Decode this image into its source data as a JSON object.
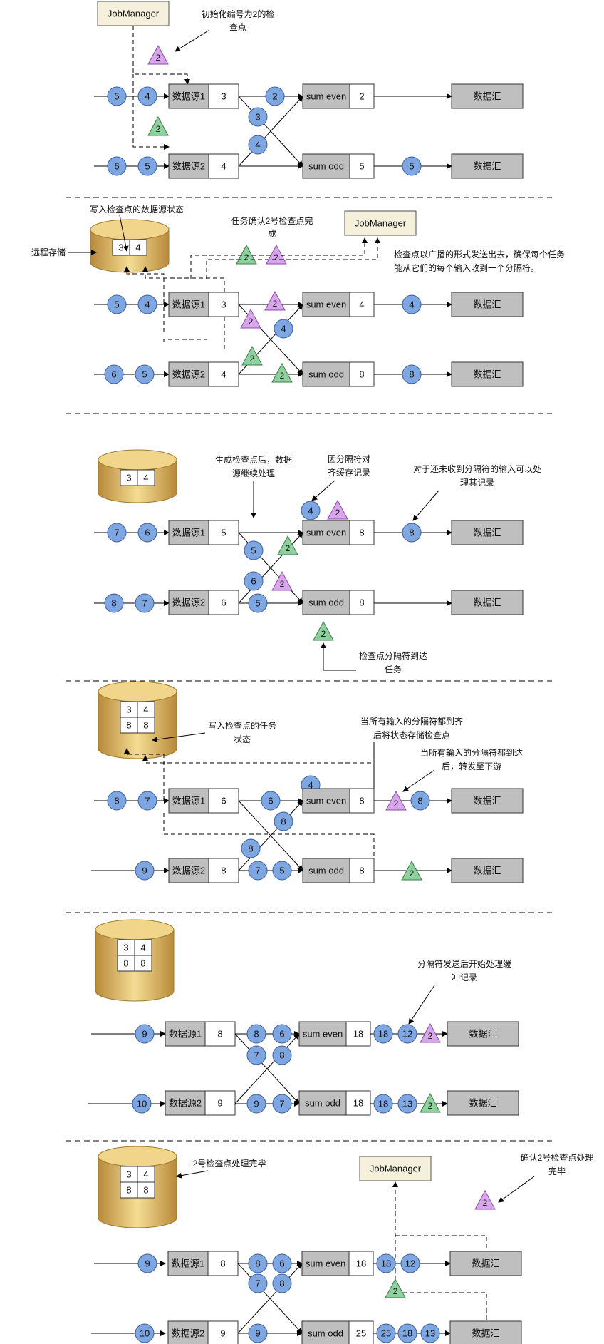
{
  "colors": {
    "blue": "#7ea6e0",
    "green": "#8fd19e",
    "purple": "#d9a6ee",
    "gray": "#bfbfbf",
    "cream": "#f5f0dc",
    "gold": "#d4b060"
  },
  "common": {
    "jobmanager": "JobManager",
    "source1": "数据源1",
    "source2": "数据源2",
    "sum_even": "sum even",
    "sum_odd": "sum odd",
    "sink": "数据汇"
  },
  "panels": [
    {
      "source1_state": "3",
      "source2_state": "4",
      "even_state": "2",
      "odd_state": "5",
      "input1": [
        "5",
        "4"
      ],
      "input2": [
        "6",
        "5"
      ],
      "annotations": [
        "初始化编号为2的检",
        "查点"
      ],
      "barrier": "2"
    },
    {
      "source1_state": "3",
      "source2_state": "4",
      "even_state": "4",
      "odd_state": "8",
      "input1": [
        "5",
        "4"
      ],
      "input2": [
        "6",
        "5"
      ],
      "storage_label": "远程存储",
      "storage_cells": [
        "3",
        "4"
      ],
      "annotations": [
        "写入检查点的数据源状态",
        "任务确认2号检查点完",
        "成",
        "检查点以广播的形式发送出去，确保每个任务",
        "能从它们的每个输入收到一个分隔符。"
      ],
      "barrier": "2"
    },
    {
      "source1_state": "5",
      "source2_state": "6",
      "even_state": "8",
      "odd_state": "8",
      "input1": [
        "7",
        "6"
      ],
      "input2": [
        "8",
        "7"
      ],
      "storage_cells": [
        "3",
        "4"
      ],
      "annotations": [
        "生成检查点后，数据",
        "源继续处理",
        "因分隔符对",
        "齐缓存记录",
        "对于还未收到分隔符的输入可以处",
        "理其记录",
        "检查点分隔符到达",
        "任务"
      ],
      "barrier": "2"
    },
    {
      "source1_state": "6",
      "source2_state": "8",
      "even_state": "8",
      "odd_state": "8",
      "input1": [
        "8",
        "7"
      ],
      "input2": [
        "9"
      ],
      "storage_cells": [
        "3",
        "4",
        "8",
        "8"
      ],
      "annotations": [
        "写入检查点的任务",
        "状态",
        "当所有输入的分隔符都到齐",
        "后将状态存储检查点",
        "当所有输入的分隔符都到达",
        "后，转发至下游"
      ],
      "barrier": "2"
    },
    {
      "source1_state": "8",
      "source2_state": "9",
      "even_state": "18",
      "odd_state": "18",
      "input1": [
        "9"
      ],
      "input2": [
        "10"
      ],
      "storage_cells": [
        "3",
        "4",
        "8",
        "8"
      ],
      "annotations": [
        "分隔符发送后开始处理缓",
        "冲记录"
      ],
      "barrier": "2"
    },
    {
      "source1_state": "8",
      "source2_state": "9",
      "even_state": "18",
      "odd_state": "25",
      "input1": [
        "9"
      ],
      "input2": [
        "10"
      ],
      "storage_cells": [
        "3",
        "4",
        "8",
        "8"
      ],
      "annotations": [
        "2号检查点处理完毕",
        "确认2号检查点处理",
        "完毕"
      ],
      "barrier": "2"
    }
  ],
  "records": {
    "p1": [
      "2",
      "3",
      "4",
      "5"
    ],
    "p2": [
      "4",
      "4",
      "8"
    ],
    "p3": [
      "5",
      "6",
      "5",
      "4",
      "8"
    ],
    "p4": [
      "6",
      "8",
      "7",
      "5",
      "4",
      "8"
    ],
    "p5": [
      "8",
      "6",
      "7",
      "8",
      "9",
      "7",
      "18",
      "12",
      "18",
      "13"
    ],
    "p6": [
      "8",
      "6",
      "7",
      "8",
      "9",
      "18",
      "12",
      "25",
      "18",
      "13"
    ]
  }
}
